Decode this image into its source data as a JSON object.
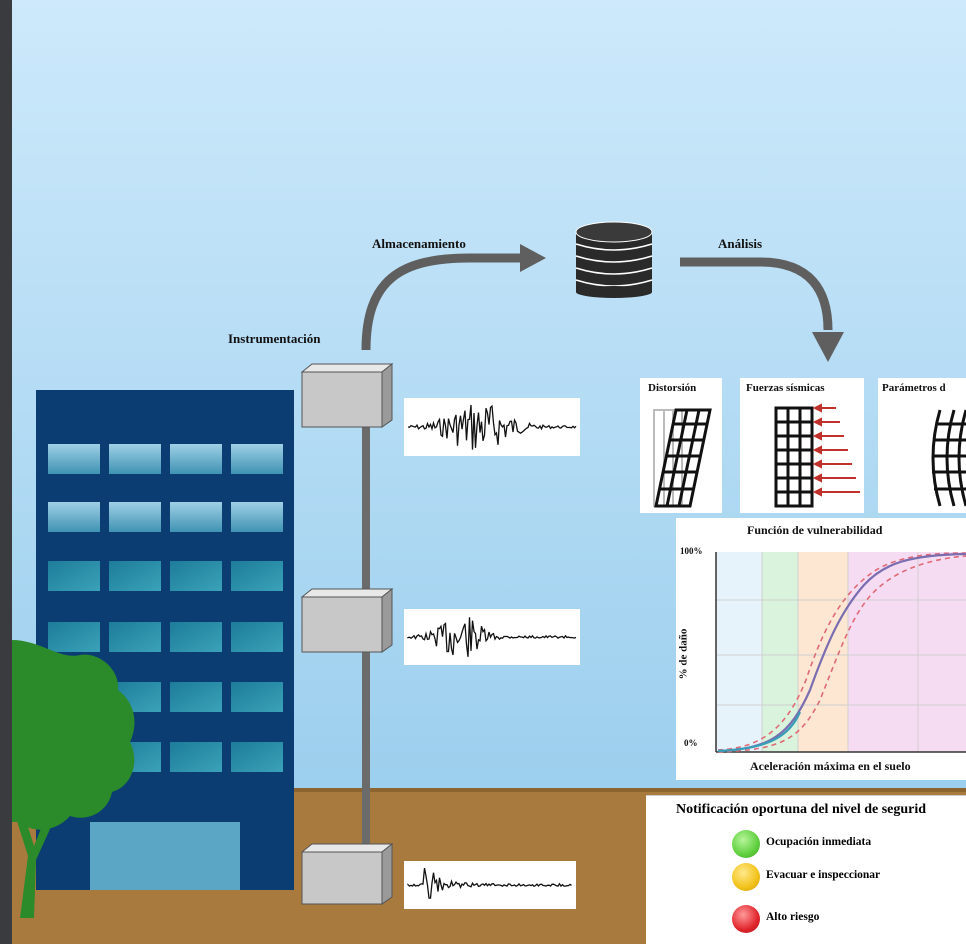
{
  "labels": {
    "storage": "Almacenamiento",
    "analysis": "Análisis",
    "instrumentation": "Instrumentación"
  },
  "analysis_panels": [
    {
      "label": "Distorsión"
    },
    {
      "label": "Fuerzas sísmicas"
    },
    {
      "label": "Parámetros d"
    }
  ],
  "vulnerability_chart": {
    "title": "Función de vulnerabilidad",
    "ylabel": "% de daño",
    "xlabel": "Aceleración máxima en el suelo",
    "ytick_top": "100%",
    "ytick_bottom": "0%"
  },
  "notification": {
    "title": "Notificación oportuna del nivel de segurid",
    "levels": [
      {
        "label": "Ocupación inmediata",
        "color": "#6fd34a"
      },
      {
        "label": "Evacuar e inspeccionar",
        "color": "#f2c21a"
      },
      {
        "label": "Alto riesgo",
        "color": "#e0252c"
      }
    ]
  },
  "colors": {
    "sky_top": "#c9e7fa",
    "sky_bottom": "#9fd0ee",
    "ground": "#a97a3e",
    "building": "#0b3d72",
    "tree": "#2b8a2a",
    "arrow": "#5f5f5f"
  },
  "icons": {
    "database": "database-icon",
    "sensor": "sensor-box-icon"
  }
}
